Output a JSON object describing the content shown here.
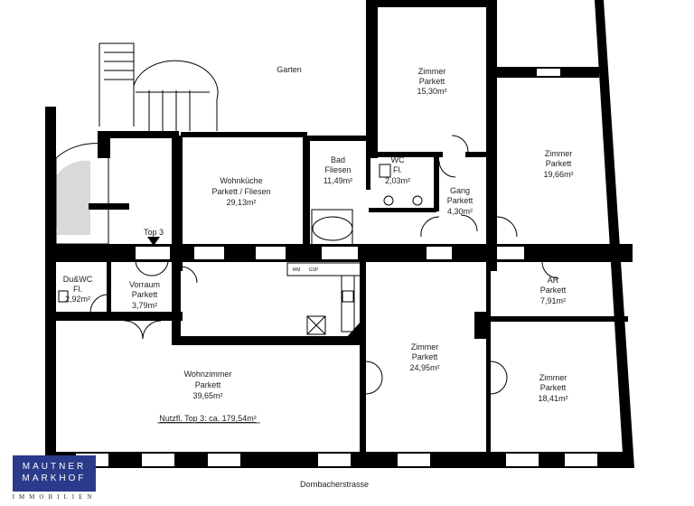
{
  "garden_label": "Garten",
  "street_label": "Dornbacherstrasse",
  "entrance_label": "Top 3",
  "total_area_label": "Nutzfl. Top 3: ca. 179,54m²",
  "appliances": {
    "washer": "WM",
    "dishwasher": "GSP"
  },
  "rooms": [
    {
      "name": "Zimmer",
      "floor": "Parkett",
      "area": "15,30m²"
    },
    {
      "name": "Zimmer",
      "floor": "Parkett",
      "area": "19,66m²"
    },
    {
      "name": "Wohnküche",
      "floor": "Parkett / Fliesen",
      "area": "29,13m²"
    },
    {
      "name": "Bad",
      "floor": "Fliesen",
      "area": "11,49m²"
    },
    {
      "name": "WC",
      "floor": "Fl.",
      "area": "2,03m²"
    },
    {
      "name": "Gang",
      "floor": "Parkett",
      "area": "4,30m²"
    },
    {
      "name": "Du&WC",
      "floor": "Fl.",
      "area": "2,92m²"
    },
    {
      "name": "Vorraum",
      "floor": "Parkett",
      "area": "3,79m²"
    },
    {
      "name": "AR",
      "floor": "Parkett",
      "area": "7,91m²"
    },
    {
      "name": "Zimmer",
      "floor": "Parkett",
      "area": "24,95m²"
    },
    {
      "name": "Zimmer",
      "floor": "Parkett",
      "area": "18,41m²"
    },
    {
      "name": "Wohnzimmer",
      "floor": "Parkett",
      "area": "39,65m²"
    }
  ],
  "logo": {
    "line1": "MAUTNER",
    "line2": "MARKHOF",
    "sub": "IMMOBILIEN"
  }
}
